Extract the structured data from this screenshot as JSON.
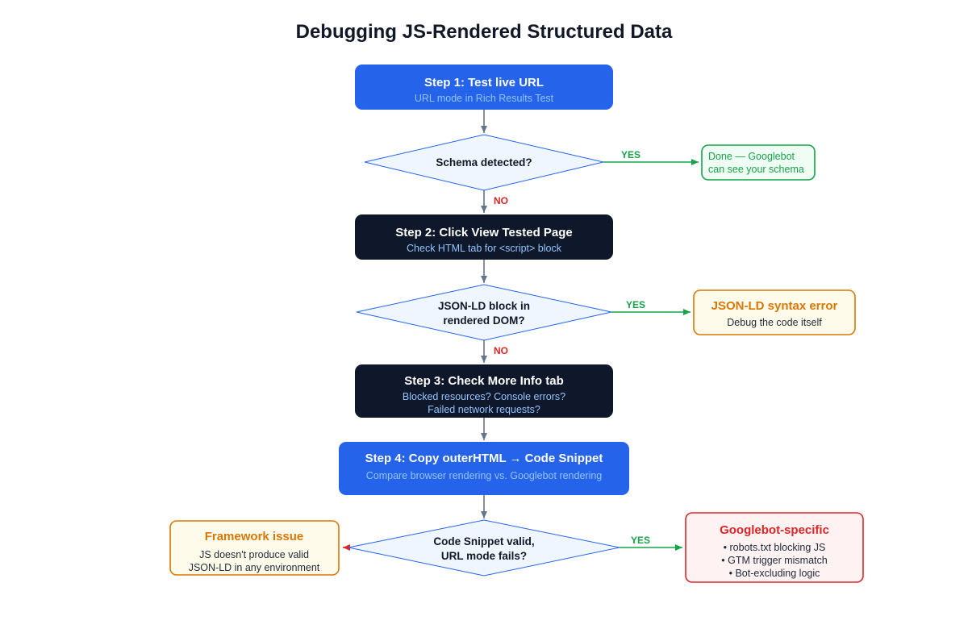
{
  "title": "Debugging JS-Rendered Structured Data",
  "colors": {
    "blue": "#2563eb",
    "dark": "#0f172a",
    "decision_fill": "#eff6ff",
    "decision_stroke": "#2563eb",
    "green": "#16a34a",
    "orange": "#d97706",
    "red": "#dc2626"
  },
  "steps": {
    "step1": {
      "title": "Step 1: Test live URL",
      "sub": "URL mode in Rich Results Test"
    },
    "step2": {
      "title": "Step 2: Click View Tested Page",
      "sub": "Check HTML tab for <script> block"
    },
    "step3": {
      "title": "Step 3: Check More Info tab",
      "sub1": "Blocked resources? Console errors?",
      "sub2": "Failed network requests?"
    },
    "step4": {
      "title": "Step 4: Copy outerHTML → Code Snippet",
      "sub": "Compare browser rendering vs. Googlebot rendering"
    }
  },
  "decisions": {
    "d1": {
      "line1": "Schema detected?"
    },
    "d2": {
      "line1": "JSON-LD block in",
      "line2": "rendered DOM?"
    },
    "d3": {
      "line1": "Code Snippet valid,",
      "line2": "URL mode fails?"
    }
  },
  "labels": {
    "yes": "YES",
    "no": "NO"
  },
  "outcomes": {
    "done": {
      "line1": "Done — Googlebot",
      "line2": "can see your schema"
    },
    "syntax": {
      "title": "JSON-LD syntax error",
      "line1": "Debug the code itself"
    },
    "framework": {
      "title": "Framework issue",
      "line1": "JS doesn't produce valid",
      "line2": "JSON-LD in any environment"
    },
    "googlebot": {
      "title": "Googlebot-specific",
      "items": [
        "• robots.txt blocking JS",
        "• GTM trigger mismatch",
        "• Bot-excluding logic"
      ]
    }
  }
}
